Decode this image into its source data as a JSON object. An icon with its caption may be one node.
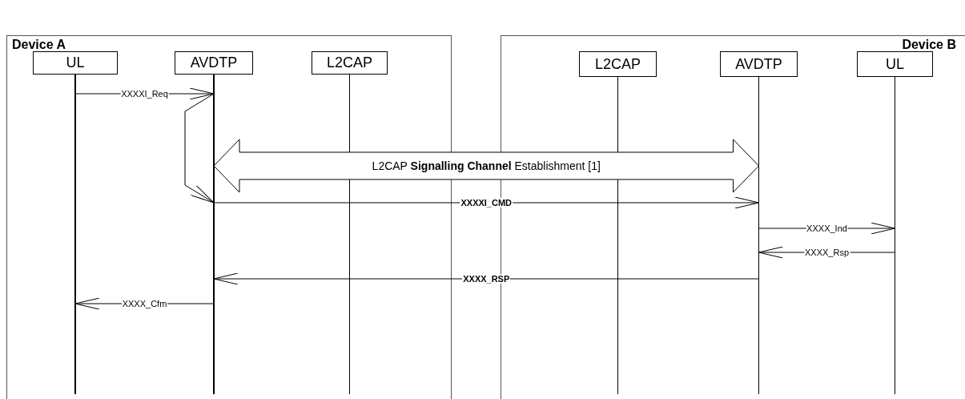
{
  "diagram": {
    "nodes": [
      {
        "text": [
          "Device A"
        ]
      },
      {
        "text": [
          "UL"
        ],
        "in": 0
      },
      {
        "text": [
          "AVDTP"
        ],
        "in": 0
      },
      {
        "text": [
          "L2CAP"
        ],
        "in": 0
      },
      {
        "text": [
          "Device B"
        ]
      },
      {
        "text": [
          "L2CAP"
        ],
        "in": 4
      },
      {
        "text": [
          "AVDTP"
        ],
        "in": 4
      },
      {
        "text": [
          "UL"
        ],
        "in": 4
      }
    ],
    "edges": [
      {
        "from": 1,
        "to": 2,
        "arrow": "to",
        "label": "XXXXI_Req"
      },
      {
        "from": 2,
        "to": 6,
        "arrow": "both",
        "style": "thick",
        "label": "L2CAP **Signalling Channel** Establishment [1]"
      },
      {
        "from": 2,
        "to": 2,
        "arrow": "to"
      },
      {
        "from": 2,
        "to": 6,
        "arrow": "to",
        "label": "XXXXI_CMD"
      },
      {
        "from": 6,
        "to": 7,
        "arrow": "to",
        "label": "XXXX_Ind"
      },
      {
        "from": 7,
        "to": 6,
        "arrow": "to",
        "label": "XXXX_Rsp"
      },
      {
        "from": 6,
        "to": 2,
        "arrow": "to",
        "label": "XXXX_RSP"
      },
      {
        "from": 2,
        "to": 1,
        "arrow": "to",
        "label": "XXXX_Cfm"
      }
    ]
  }
}
